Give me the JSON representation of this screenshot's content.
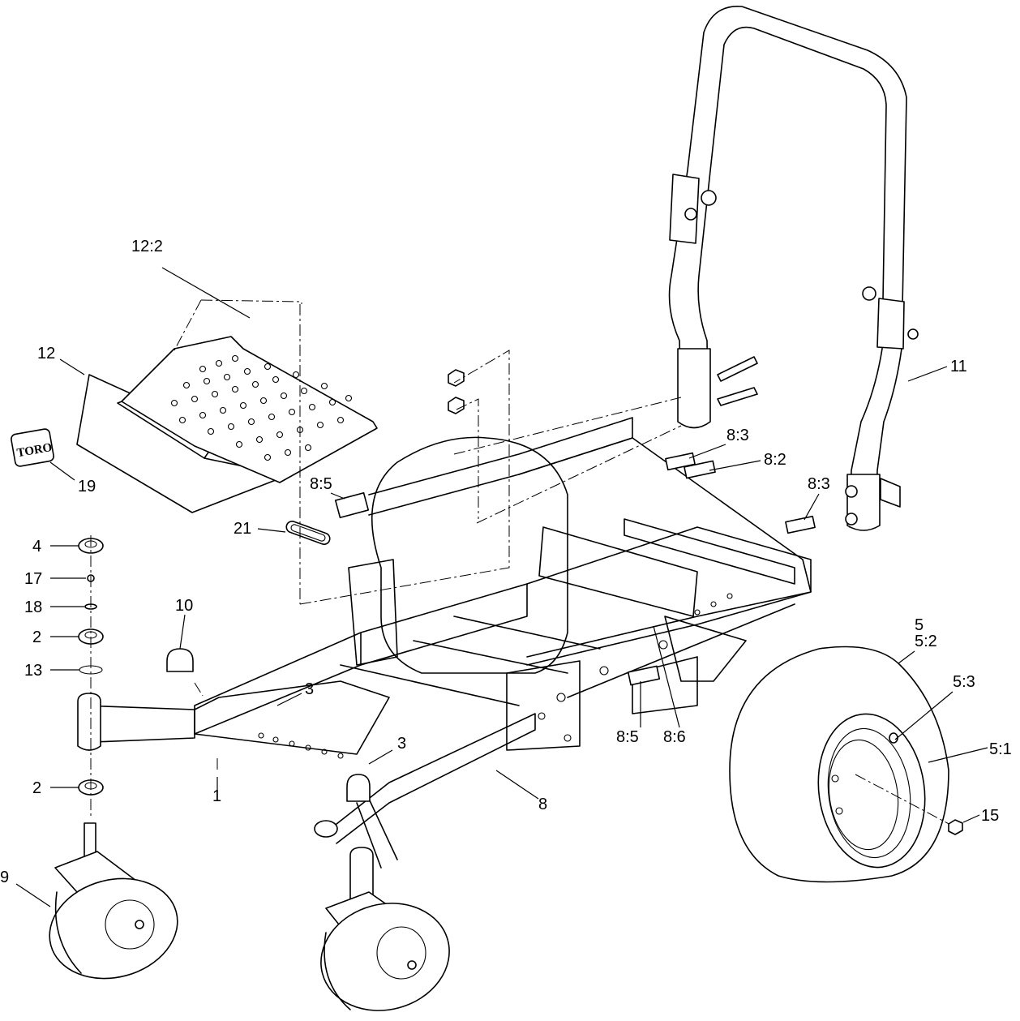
{
  "callouts": {
    "c_12_2": "12:2",
    "c_12": "12",
    "c_19": "19",
    "c_4": "4",
    "c_17": "17",
    "c_18": "18",
    "c_2a": "2",
    "c_13": "13",
    "c_2b": "2",
    "c_9": "9",
    "c_10": "10",
    "c_3a": "3",
    "c_3b": "3",
    "c_1": "1",
    "c_8": "8",
    "c_21": "21",
    "c_8_5a": "8:5",
    "c_8_5b": "8:5",
    "c_8_6": "8:6",
    "c_8_3a": "8:3",
    "c_8_2": "8:2",
    "c_8_3b": "8:3",
    "c_11": "11",
    "c_5": "5",
    "c_5_2": "5:2",
    "c_5_3": "5:3",
    "c_5_1": "5:1",
    "c_15": "15"
  },
  "decal": {
    "logo": "TORO"
  }
}
